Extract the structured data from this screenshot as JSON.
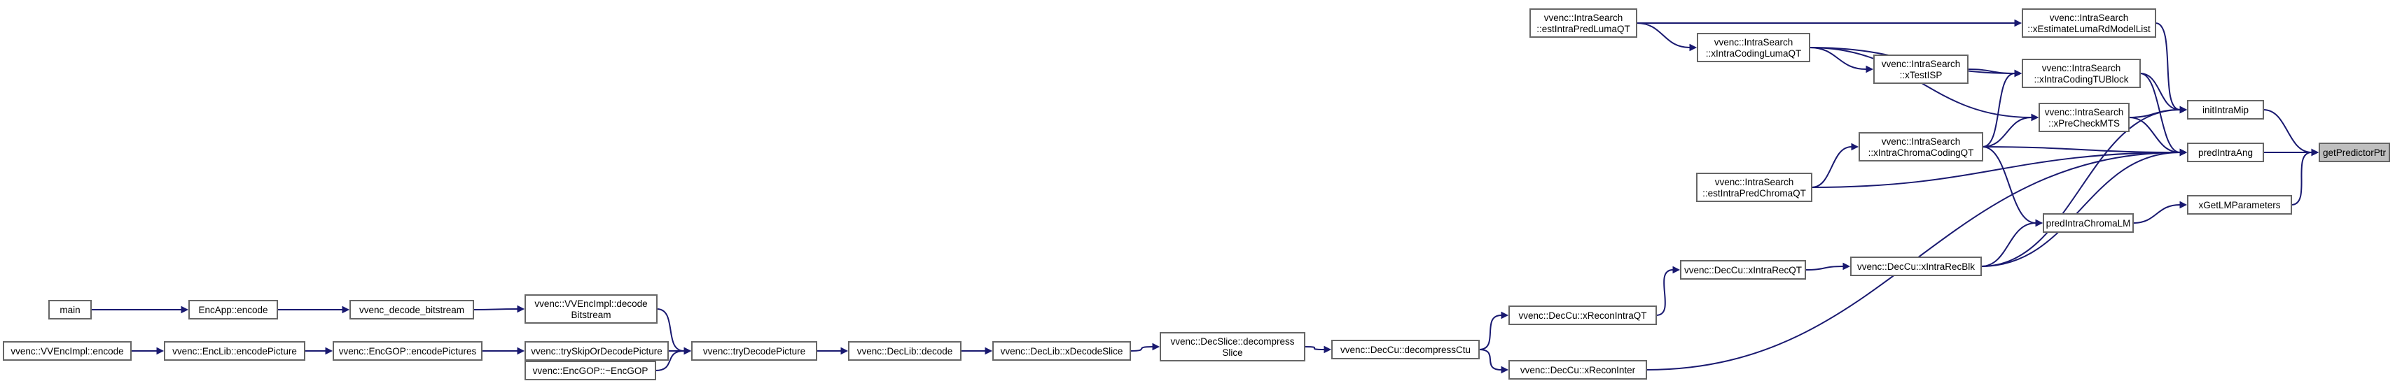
{
  "diagram": {
    "nodes": [
      {
        "id": "getPredictorPtr",
        "lines": [
          "getPredictorPtr"
        ],
        "root": true
      },
      {
        "id": "initIntraMip",
        "lines": [
          "initIntraMip"
        ]
      },
      {
        "id": "predIntraAng",
        "lines": [
          "predIntraAng"
        ]
      },
      {
        "id": "xGetLMParameters",
        "lines": [
          "xGetLMParameters"
        ]
      },
      {
        "id": "xEstimateLumaRdModelList",
        "lines": [
          "vvenc::IntraSearch",
          "::xEstimateLumaRdModelList"
        ]
      },
      {
        "id": "xIntraCodingTUBlock",
        "lines": [
          "vvenc::IntraSearch",
          "::xIntraCodingTUBlock"
        ]
      },
      {
        "id": "xPreCheckMTS",
        "lines": [
          "vvenc::IntraSearch",
          "::xPreCheckMTS"
        ]
      },
      {
        "id": "predIntraChromaLM",
        "lines": [
          "predIntraChromaLM"
        ]
      },
      {
        "id": "DecCu_xIntraRecBlk",
        "lines": [
          "vvenc::DecCu::xIntraRecBlk"
        ]
      },
      {
        "id": "estIntraPredLumaQT",
        "lines": [
          "vvenc::IntraSearch",
          "::estIntraPredLumaQT"
        ]
      },
      {
        "id": "xIntraCodingLumaQT",
        "lines": [
          "vvenc::IntraSearch",
          "::xIntraCodingLumaQT"
        ]
      },
      {
        "id": "xTestISP",
        "lines": [
          "vvenc::IntraSearch",
          "::xTestISP"
        ]
      },
      {
        "id": "xIntraChromaCodingQT",
        "lines": [
          "vvenc::IntraSearch",
          "::xIntraChromaCodingQT"
        ]
      },
      {
        "id": "estIntraPredChromaQT",
        "lines": [
          "vvenc::IntraSearch",
          "::estIntraPredChromaQT"
        ]
      },
      {
        "id": "DecCu_xIntraRecQT",
        "lines": [
          "vvenc::DecCu::xIntraRecQT"
        ]
      },
      {
        "id": "DecCu_xReconIntraQT",
        "lines": [
          "vvenc::DecCu::xReconIntraQT"
        ]
      },
      {
        "id": "DecCu_xReconInter",
        "lines": [
          "vvenc::DecCu::xReconInter"
        ]
      },
      {
        "id": "DecCu_decompressCtu",
        "lines": [
          "vvenc::DecCu::decompressCtu"
        ]
      },
      {
        "id": "DecSlice_decompressSlice",
        "lines": [
          "vvenc::DecSlice::decompress",
          "Slice"
        ]
      },
      {
        "id": "DecLib_xDecodeSlice",
        "lines": [
          "vvenc::DecLib::xDecodeSlice"
        ]
      },
      {
        "id": "DecLib_decode",
        "lines": [
          "vvenc::DecLib::decode"
        ]
      },
      {
        "id": "tryDecodePicture",
        "lines": [
          "vvenc::tryDecodePicture"
        ]
      },
      {
        "id": "VVEncImpl_decodeBitstream",
        "lines": [
          "vvenc::VVEncImpl::decode",
          "Bitstream"
        ]
      },
      {
        "id": "trySkipOrDecodePicture",
        "lines": [
          "vvenc::trySkipOrDecodePicture"
        ]
      },
      {
        "id": "EncGOP_dtor",
        "lines": [
          "vvenc::EncGOP::~EncGOP"
        ]
      },
      {
        "id": "vvenc_decode_bitstream",
        "lines": [
          "vvenc_decode_bitstream"
        ]
      },
      {
        "id": "EncGOP_encodePictures",
        "lines": [
          "vvenc::EncGOP::encodePictures"
        ]
      },
      {
        "id": "EncApp_encode",
        "lines": [
          "EncApp::encode"
        ]
      },
      {
        "id": "EncLib_encodePicture",
        "lines": [
          "vvenc::EncLib::encodePicture"
        ]
      },
      {
        "id": "main",
        "lines": [
          "main"
        ]
      },
      {
        "id": "VVEncImpl_encode",
        "lines": [
          "vvenc::VVEncImpl::encode"
        ]
      }
    ],
    "edges": [
      {
        "from": "initIntraMip",
        "to": "getPredictorPtr"
      },
      {
        "from": "predIntraAng",
        "to": "getPredictorPtr"
      },
      {
        "from": "xGetLMParameters",
        "to": "getPredictorPtr"
      },
      {
        "from": "xEstimateLumaRdModelList",
        "to": "initIntraMip"
      },
      {
        "from": "xIntraCodingTUBlock",
        "to": "initIntraMip"
      },
      {
        "from": "xPreCheckMTS",
        "to": "initIntraMip"
      },
      {
        "from": "DecCu_xIntraRecBlk",
        "to": "initIntraMip"
      },
      {
        "from": "xIntraCodingTUBlock",
        "to": "predIntraAng"
      },
      {
        "from": "xPreCheckMTS",
        "to": "predIntraAng"
      },
      {
        "from": "xIntraChromaCodingQT",
        "to": "predIntraAng"
      },
      {
        "from": "estIntraPredChromaQT",
        "to": "predIntraAng"
      },
      {
        "from": "DecCu_xIntraRecBlk",
        "to": "predIntraAng"
      },
      {
        "from": "DecCu_xReconInter",
        "to": "predIntraAng"
      },
      {
        "from": "predIntraChromaLM",
        "to": "xGetLMParameters"
      },
      {
        "from": "xIntraChromaCodingQT",
        "to": "predIntraChromaLM"
      },
      {
        "from": "DecCu_xIntraRecBlk",
        "to": "predIntraChromaLM"
      },
      {
        "from": "estIntraPredLumaQT",
        "to": "xEstimateLumaRdModelList"
      },
      {
        "from": "estIntraPredLumaQT",
        "to": "xIntraCodingLumaQT"
      },
      {
        "from": "xIntraCodingLumaQT",
        "to": "xTestISP"
      },
      {
        "from": "xTestISP",
        "to": "xIntraCodingTUBlock"
      },
      {
        "from": "xIntraCodingLumaQT",
        "to": "xIntraCodingTUBlock"
      },
      {
        "from": "xIntraChromaCodingQT",
        "to": "xIntraCodingTUBlock"
      },
      {
        "from": "xIntraCodingLumaQT",
        "to": "xPreCheckMTS"
      },
      {
        "from": "xIntraChromaCodingQT",
        "to": "xPreCheckMTS"
      },
      {
        "from": "estIntraPredChromaQT",
        "to": "xIntraChromaCodingQT"
      },
      {
        "from": "DecCu_xIntraRecQT",
        "to": "DecCu_xIntraRecBlk"
      },
      {
        "from": "DecCu_xReconIntraQT",
        "to": "DecCu_xIntraRecQT"
      },
      {
        "from": "DecCu_decompressCtu",
        "to": "DecCu_xReconIntraQT"
      },
      {
        "from": "DecCu_decompressCtu",
        "to": "DecCu_xReconInter"
      },
      {
        "from": "DecSlice_decompressSlice",
        "to": "DecCu_decompressCtu"
      },
      {
        "from": "DecLib_xDecodeSlice",
        "to": "DecSlice_decompressSlice"
      },
      {
        "from": "DecLib_decode",
        "to": "DecLib_xDecodeSlice"
      },
      {
        "from": "tryDecodePicture",
        "to": "DecLib_decode"
      },
      {
        "from": "VVEncImpl_decodeBitstream",
        "to": "tryDecodePicture"
      },
      {
        "from": "trySkipOrDecodePicture",
        "to": "tryDecodePicture"
      },
      {
        "from": "EncGOP_dtor",
        "to": "tryDecodePicture"
      },
      {
        "from": "vvenc_decode_bitstream",
        "to": "VVEncImpl_decodeBitstream"
      },
      {
        "from": "EncGOP_encodePictures",
        "to": "trySkipOrDecodePicture"
      },
      {
        "from": "EncApp_encode",
        "to": "vvenc_decode_bitstream"
      },
      {
        "from": "EncLib_encodePicture",
        "to": "EncGOP_encodePictures"
      },
      {
        "from": "main",
        "to": "EncApp_encode"
      },
      {
        "from": "VVEncImpl_encode",
        "to": "EncLib_encodePicture"
      }
    ]
  }
}
